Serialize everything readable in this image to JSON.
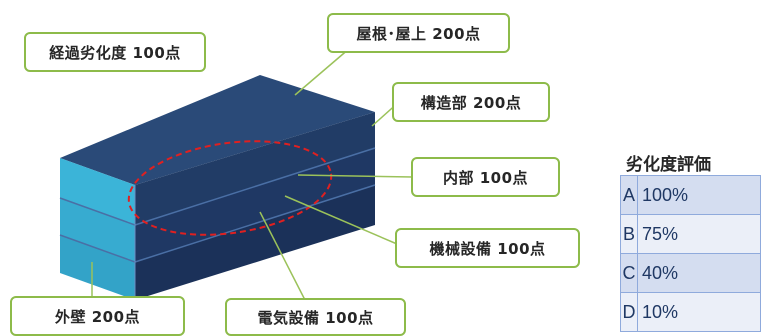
{
  "callouts": {
    "deterioration": "経過劣化度 100点",
    "roof": "屋根･屋上 200点",
    "structure": "構造部 200点",
    "interior": "内部 100点",
    "mechanical": "機械設備 100点",
    "electrical": "電気設備 100点",
    "exterior_wall": "外壁 200点"
  },
  "evaluation": {
    "title": "劣化度評価",
    "rows": [
      {
        "grade": "A",
        "value": "100%"
      },
      {
        "grade": "B",
        "value": "75%"
      },
      {
        "grade": "C",
        "value": "40%"
      },
      {
        "grade": "D",
        "value": "10%"
      }
    ]
  },
  "colors": {
    "block_top": "#2a4a78",
    "block_front": "#1f3864",
    "block_side": "#3bb4d8",
    "callout_border": "#8dbb4a",
    "highlight_ellipse": "#e02020"
  }
}
